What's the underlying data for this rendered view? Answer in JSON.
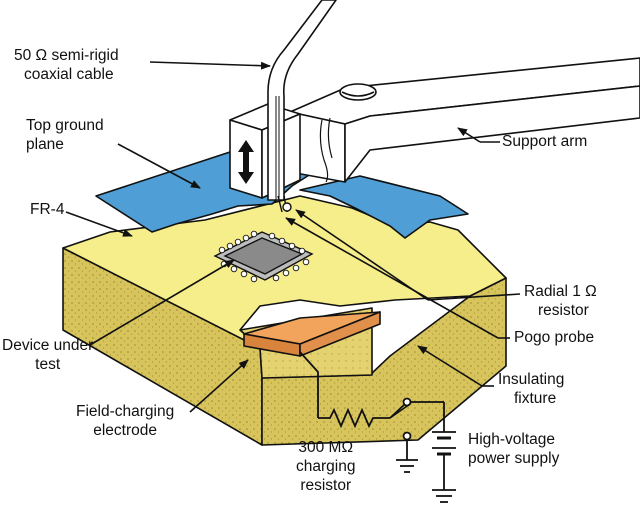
{
  "labels": {
    "coax": [
      "50 Ω semi-rigid",
      "coaxial cable"
    ],
    "top_ground_plane": [
      "Top ground",
      "plane"
    ],
    "fr4": "FR-4",
    "support_arm": "Support arm",
    "device_under_test": [
      "Device under",
      "test"
    ],
    "field_charging_electrode": [
      "Field-charging",
      "electrode"
    ],
    "charging_resistor": [
      "300 MΩ",
      "charging",
      "resistor"
    ],
    "radial_resistor": [
      "Radial 1 Ω",
      "resistor"
    ],
    "pogo_probe": "Pogo probe",
    "insulating_fixture": [
      "Insulating",
      "fixture"
    ],
    "power_supply": [
      "High-voltage",
      "power supply"
    ]
  },
  "colors": {
    "ground_plane": "#4f9fd6",
    "fr4_top": "#f6ee8a",
    "fixture_body": "#d8c45c",
    "electrode": "#f2a35c",
    "metal": "#ffffff",
    "outline": "#111111"
  },
  "icons": [
    "double-arrow-icon",
    "resistor-symbol-icon",
    "switch-symbol-icon",
    "ground-symbol-icon",
    "battery-symbol-icon"
  ]
}
